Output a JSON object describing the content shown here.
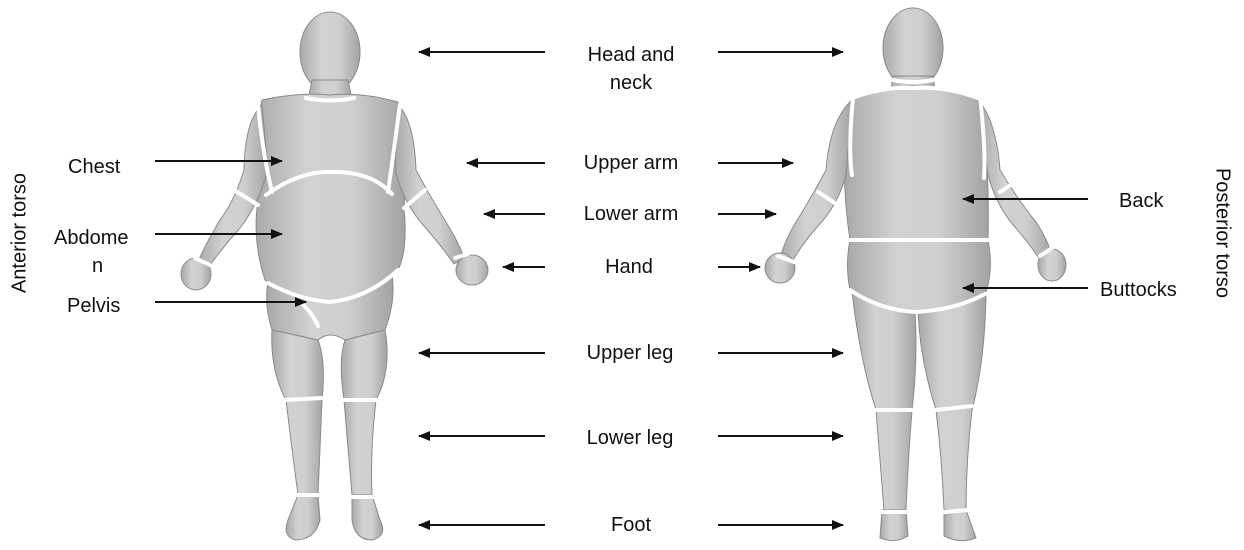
{
  "colors": {
    "body_fill": "#c9c9c9",
    "body_shade": "#9c9c9c",
    "seam": "#ffffff",
    "arrow": "#111111",
    "text": "#111111"
  },
  "figures": {
    "front": {
      "view": "anterior",
      "icon": "human-body-front"
    },
    "back": {
      "view": "posterior",
      "icon": "human-body-back"
    }
  },
  "side_labels": {
    "anterior": "Anterior torso",
    "posterior": "Posterior torso"
  },
  "center_labels": {
    "head_neck_1": "Head and",
    "head_neck_2": "neck",
    "upper_arm": "Upper arm",
    "lower_arm": "Lower arm",
    "hand": "Hand",
    "upper_leg": "Upper leg",
    "lower_leg": "Lower leg",
    "foot": "Foot"
  },
  "front_labels": {
    "chest": "Chest",
    "abdomen_1": "Abdome",
    "abdomen_2": "n",
    "pelvis": "Pelvis"
  },
  "back_labels": {
    "back": "Back",
    "buttocks": "Buttocks"
  }
}
